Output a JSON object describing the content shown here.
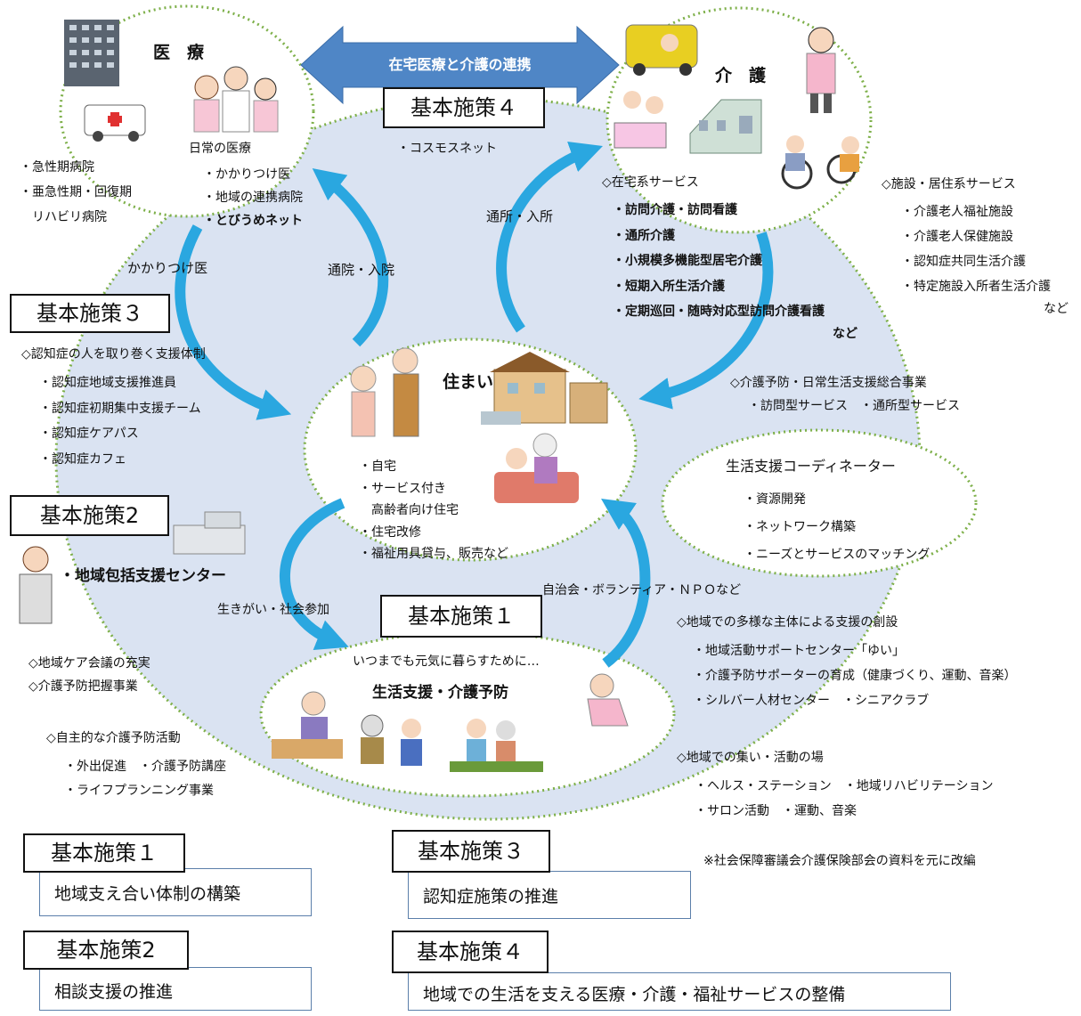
{
  "colors": {
    "ring_green": "#7eb04a",
    "fill_blue": "#dae3f2",
    "arrow_blue": "#2aa7e0",
    "banner_blue": "#4f86c6",
    "border_blue": "#5b7faa"
  },
  "top_banner": "在宅医療と介護の連携",
  "policy_boxes": {
    "p4_top": "基本施策４",
    "p3": "基本施策３",
    "p2": "基本施策2",
    "p1": "基本施策１"
  },
  "medical": {
    "title": "医　療",
    "daily": "日常の医療",
    "items": [
      "・かかりつけ医",
      "・地域の連携病院",
      "・とびうめネット"
    ],
    "outside": [
      "・急性期病院",
      "・亜急性期・回復期",
      "　リハビリ病院"
    ]
  },
  "care": {
    "title": "介　護",
    "home_header": "◇在宅系サービス",
    "home_items": [
      "・訪問介護・訪問看護",
      "・通所介護",
      "・小規模多機能型居宅介護",
      "・短期入所生活介護",
      "・定期巡回・随時対応型訪問介護看護",
      "など"
    ],
    "facility_header": "◇施設・居住系サービス",
    "facility_items": [
      "・介護老人福祉施設",
      "・介護老人保健施設",
      "・認知症共同生活介護",
      "・特定施設入所者生活介護",
      "など"
    ]
  },
  "cosmos": "・コスモスネット",
  "arrows": {
    "tsusho": "通所・入所",
    "kakaritsuke": "かかりつけ医",
    "tsuin": "通院・入院",
    "ikigai": "生きがい・社会参加",
    "jichikai": "自治会・ボランティア・ＮＰＯなど"
  },
  "home": {
    "title": "住まい",
    "items": [
      "・自宅",
      "・サービス付き",
      "　高齢者向け住宅",
      "・住宅改修",
      "・福祉用具貸与、販売など"
    ]
  },
  "dementia": {
    "header": "◇認知症の人を取り巻く支援体制",
    "items": [
      "・認知症地域支援推進員",
      "・認知症初期集中支援チーム",
      "・認知症ケアパス",
      "・認知症カフェ"
    ]
  },
  "prevention_general": {
    "header": "◇介護予防・日常生活支援総合事業",
    "items": "・訪問型サービス　・通所型サービス"
  },
  "coordinator": {
    "title": "生活支援コーディネーター",
    "items": [
      "・資源開発",
      "・ネットワーク構築",
      "・ニーズとサービスのマッチング"
    ]
  },
  "center": "・地域包括支援センター",
  "community_meeting": [
    "◇地域ケア会議の充実",
    "◇介護予防把握事業"
  ],
  "voluntary": {
    "header": "◇自主的な介護予防活動",
    "items": [
      "・外出促進　・介護予防講座",
      "・ライフプランニング事業"
    ]
  },
  "life_support": {
    "sub": "いつまでも元気に暮らすために…",
    "title": "生活支援・介護予防"
  },
  "diverse": {
    "header": "◇地域での多様な主体による支援の創設",
    "items": [
      "・地域活動サポートセンター「ゆい」",
      "・介護予防サポーターの育成（健康づくり、運動、音楽）",
      "・シルバー人材センター　・シニアクラブ"
    ]
  },
  "gathering": {
    "header": "◇地域での集い・活動の場",
    "items": [
      "・ヘルス・ステーション　・地域リハビリテーション",
      "・サロン活動　・運動、音楽"
    ]
  },
  "note": "※社会保障審議会介護保険部会の資料を元に改編",
  "legend": [
    {
      "label": "基本施策１",
      "desc": "地域支え合い体制の構築"
    },
    {
      "label": "基本施策３",
      "desc": "認知症施策の推進"
    },
    {
      "label": "基本施策2",
      "desc": "相談支援の推進"
    },
    {
      "label": "基本施策４",
      "desc": "地域での生活を支える医療・介護・福祉サービスの整備"
    }
  ]
}
